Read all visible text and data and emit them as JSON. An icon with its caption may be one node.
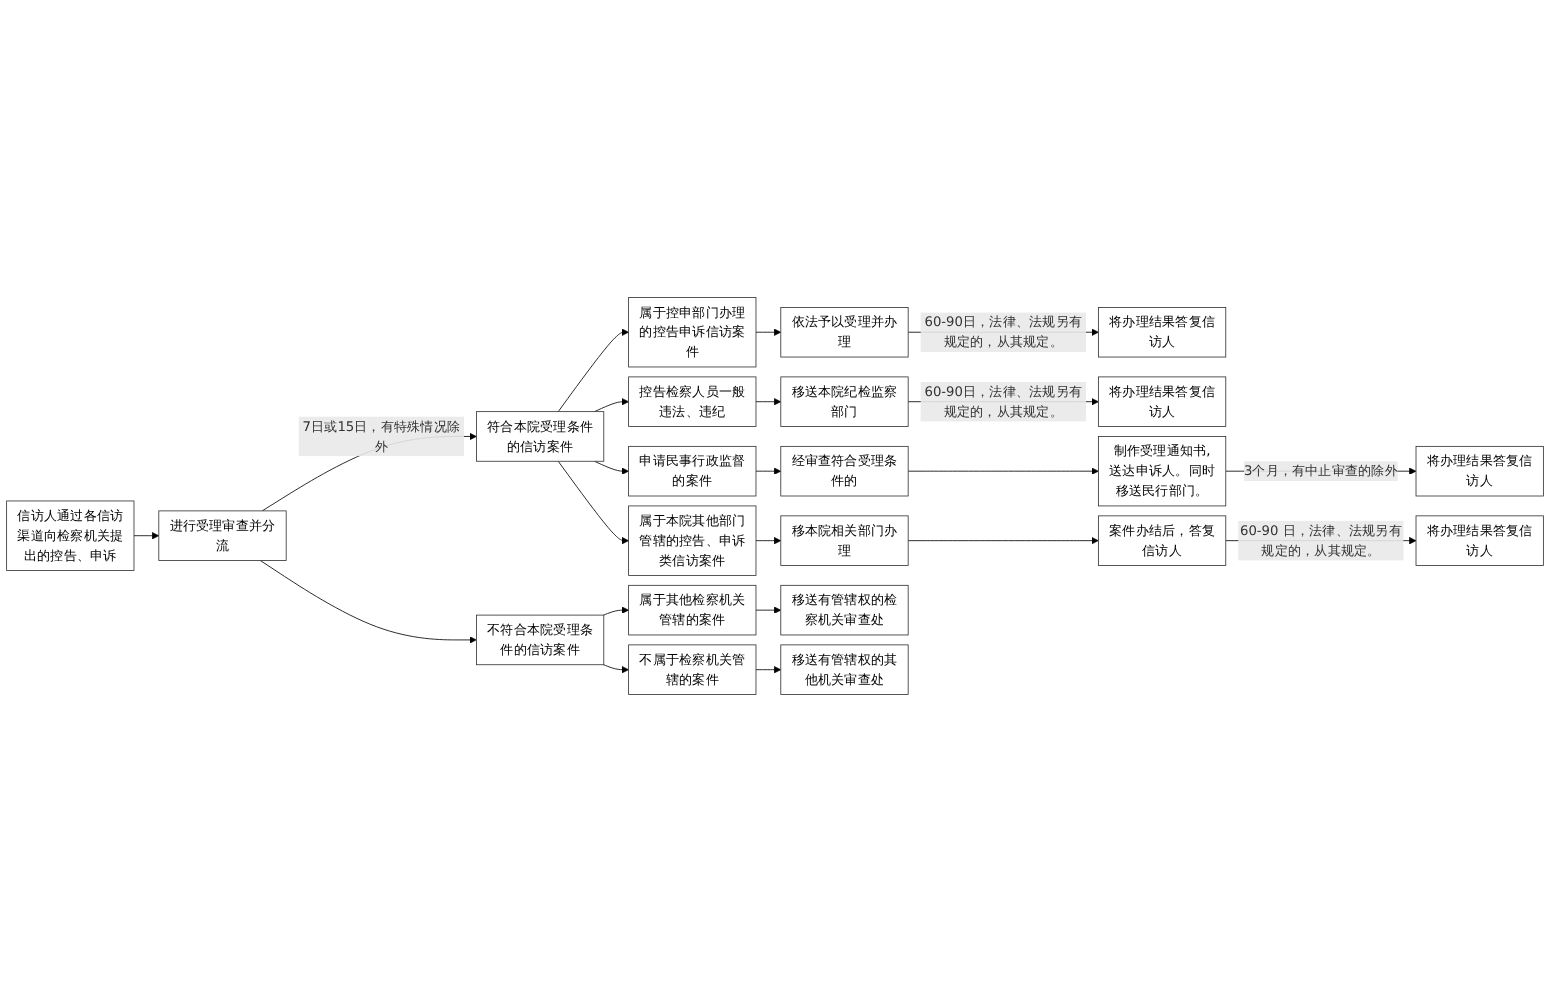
{
  "diagram": {
    "nodes": [
      {
        "text": [
          "信访人通过各信访渠道向检察机关提出的控告、申诉"
        ]
      },
      {
        "text": [
          "进行受理审查并分流"
        ]
      },
      {
        "text": [
          "符合本院受理条件的信访案件"
        ]
      },
      {
        "text": [
          "属于控申部门办理的控告申诉信访案件"
        ]
      },
      {
        "text": [
          "依法予以受理并办理"
        ]
      },
      {
        "text": [
          "将办理结果答复信访人"
        ]
      },
      {
        "text": [
          "控告检察人员一般违法、违纪"
        ]
      },
      {
        "text": [
          "移送本院纪检监察部门"
        ]
      },
      {
        "text": [
          "将办理结果答复信访人"
        ]
      },
      {
        "text": [
          "申请民事行政监督的案件"
        ]
      },
      {
        "text": [
          "经审查符合受理条件的"
        ]
      },
      {
        "text": [
          "制作受理通知书,送达申诉人。同时移送民行部门。"
        ]
      },
      {
        "text": [
          "将办理结果答复信访人"
        ]
      },
      {
        "text": [
          "属于本院其他部门管辖的控告、申诉类信访案件"
        ]
      },
      {
        "text": [
          "移本院相关部门办理"
        ]
      },
      {
        "text": [
          "案件办结后，答复信访人"
        ]
      },
      {
        "text": [
          "将办理结果答复信访人"
        ]
      },
      {
        "text": [
          "不符合本院受理条件的信访案件"
        ]
      },
      {
        "text": [
          "属于其他检察机关管辖的案件"
        ]
      },
      {
        "text": [
          "移送有管辖权的检察机关审查处"
        ]
      },
      {
        "text": [
          "不属于检察机关管辖的案件"
        ]
      },
      {
        "text": [
          "移送有管辖权的其他机关审查处"
        ]
      }
    ],
    "edges": [
      {
        "from": 0,
        "to": 1,
        "arrow": "to"
      },
      {
        "from": 1,
        "to": 2,
        "arrow": "to",
        "label": "7日或15日，有特殊情况除外"
      },
      {
        "from": 1,
        "to": 17,
        "arrow": "to"
      },
      {
        "from": 2,
        "to": 3,
        "arrow": "to"
      },
      {
        "from": 2,
        "to": 6,
        "arrow": "to"
      },
      {
        "from": 2,
        "to": 9,
        "arrow": "to"
      },
      {
        "from": 2,
        "to": 13,
        "arrow": "to"
      },
      {
        "from": 3,
        "to": 4,
        "arrow": "to"
      },
      {
        "from": 4,
        "to": 5,
        "arrow": "to",
        "label": "60-90日，法律、法规另有规定的，从其规定。"
      },
      {
        "from": 6,
        "to": 7,
        "arrow": "to"
      },
      {
        "from": 7,
        "to": 8,
        "arrow": "to",
        "label": "60-90日，法律、法规另有规定的，从其规定。"
      },
      {
        "from": 9,
        "to": 10,
        "arrow": "to"
      },
      {
        "from": 10,
        "to": 11,
        "arrow": "to"
      },
      {
        "from": 11,
        "to": 12,
        "arrow": "to",
        "label": "3个月，有中止审查的除外"
      },
      {
        "from": 13,
        "to": 14,
        "arrow": "to"
      },
      {
        "from": 14,
        "to": 15,
        "arrow": "to"
      },
      {
        "from": 15,
        "to": 16,
        "arrow": "to",
        "label": "60-90 日，法律、法规另有规定的，从其规定。"
      },
      {
        "from": 17,
        "to": 18,
        "arrow": "to"
      },
      {
        "from": 17,
        "to": 20,
        "arrow": "to"
      },
      {
        "from": 18,
        "to": 19,
        "arrow": "to"
      },
      {
        "from": 20,
        "to": 21,
        "arrow": "to"
      }
    ]
  }
}
